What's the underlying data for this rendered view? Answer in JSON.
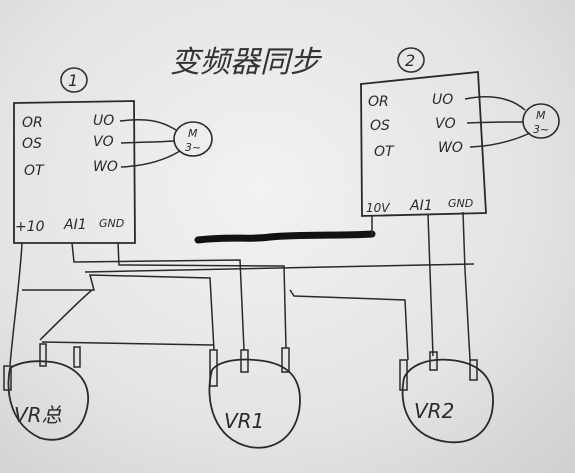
{
  "title": "变频器同步",
  "drive1": {
    "number": "1",
    "inputs": [
      "OR",
      "OS",
      "OT"
    ],
    "outputs": [
      "UO",
      "VO",
      "WO"
    ],
    "bottom": [
      "+10",
      "AI1",
      "GND"
    ]
  },
  "drive2": {
    "number": "2",
    "inputs": [
      "OR",
      "OS",
      "OT"
    ],
    "outputs": [
      "UO",
      "VO",
      "WO"
    ],
    "bottom": [
      "10V",
      "AI1",
      "GND"
    ]
  },
  "motor1": {
    "top": "M",
    "bottom": "3~"
  },
  "motor2": {
    "top": "M",
    "bottom": "3~"
  },
  "pots": [
    {
      "label": "VR总"
    },
    {
      "label": "VR1"
    },
    {
      "label": "VR2"
    }
  ]
}
